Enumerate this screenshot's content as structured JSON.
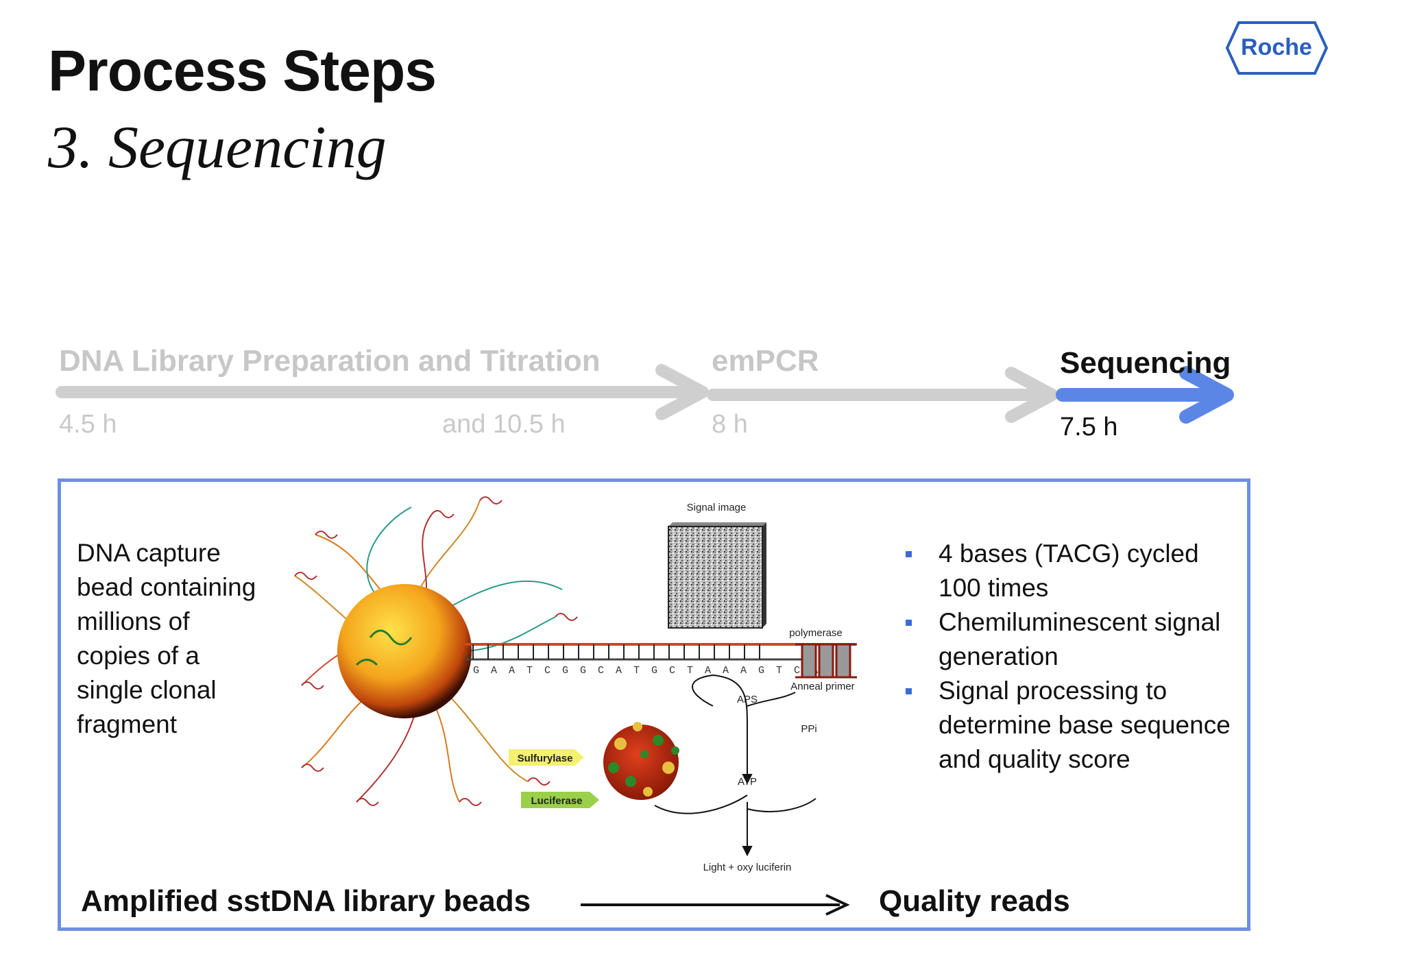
{
  "header": {
    "title": "Process Steps",
    "subtitle": "3. Sequencing",
    "logo_text": "Roche"
  },
  "pipeline": {
    "steps": [
      {
        "label": "DNA Library Preparation and Titration",
        "time": "4.5 h",
        "time_extra": "and 10.5 h",
        "active": false
      },
      {
        "label": "emPCR",
        "time": "8 h",
        "active": false
      },
      {
        "label": "Sequencing",
        "time": "7.5 h",
        "active": true
      }
    ],
    "colors": {
      "inactive": "#cfcfcf",
      "active": "#5b86e5"
    }
  },
  "panel": {
    "border_color": "#6f8fe3",
    "bead_description": "DNA capture\nbead containing\nmillions of\ncopies of a\nsingle clonal\nfragment",
    "bullets": [
      "4 bases (TACG) cycled 100 times",
      "Chemiluminescent signal generation",
      "Signal processing to determine base sequence and quality score"
    ],
    "illustration": {
      "signal_image_label": "Signal image",
      "polymerase_label": "polymerase",
      "anneal_primer_label": "Anneal primer",
      "aps_label": "APS",
      "ppi_label": "PPi",
      "atp_label": "ATP",
      "sulfurylase_label": "Sulfurylase",
      "luciferase_label": "Luciferase",
      "light_label": "Light + oxy luciferin",
      "sequence": "G A A T C G G C A T G C T A A A G T C A"
    },
    "bottom_left": "Amplified sstDNA library beads",
    "bottom_right": "Quality reads"
  }
}
